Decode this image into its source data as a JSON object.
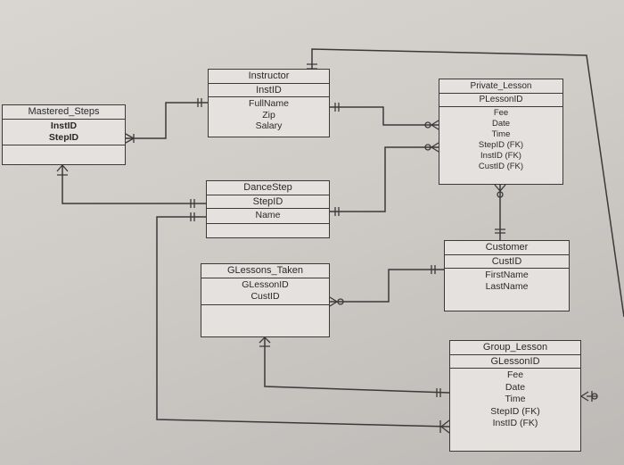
{
  "entities": {
    "instructor": {
      "title": "Instructor",
      "key": "InstID",
      "attrs": [
        "FullName",
        "Zip",
        "Salary"
      ]
    },
    "private_lesson": {
      "title": "Private_Lesson",
      "key": "PLessonID",
      "attrs": [
        "Fee",
        "Date",
        "Time",
        "StepID (FK)",
        "InstID (FK)",
        "CustID (FK)"
      ]
    },
    "mastered_steps": {
      "title": "Mastered_Steps",
      "key": "",
      "attrs": [
        "InstID",
        "StepID"
      ]
    },
    "dance_step": {
      "title": "DanceStep",
      "key": "StepID",
      "attrs": [
        "Name"
      ]
    },
    "customer": {
      "title": "Customer",
      "key": "CustID",
      "attrs": [
        "FirstName",
        "LastName"
      ]
    },
    "glessons_taken": {
      "title": "GLessons_Taken",
      "key": "",
      "attrs": [
        "GLessonID",
        "CustID"
      ]
    },
    "group_lesson": {
      "title": "Group_Lesson",
      "key": "GLessonID",
      "attrs": [
        "Fee",
        "Date",
        "Time",
        "StepID (FK)",
        "InstID (FK)"
      ]
    }
  }
}
